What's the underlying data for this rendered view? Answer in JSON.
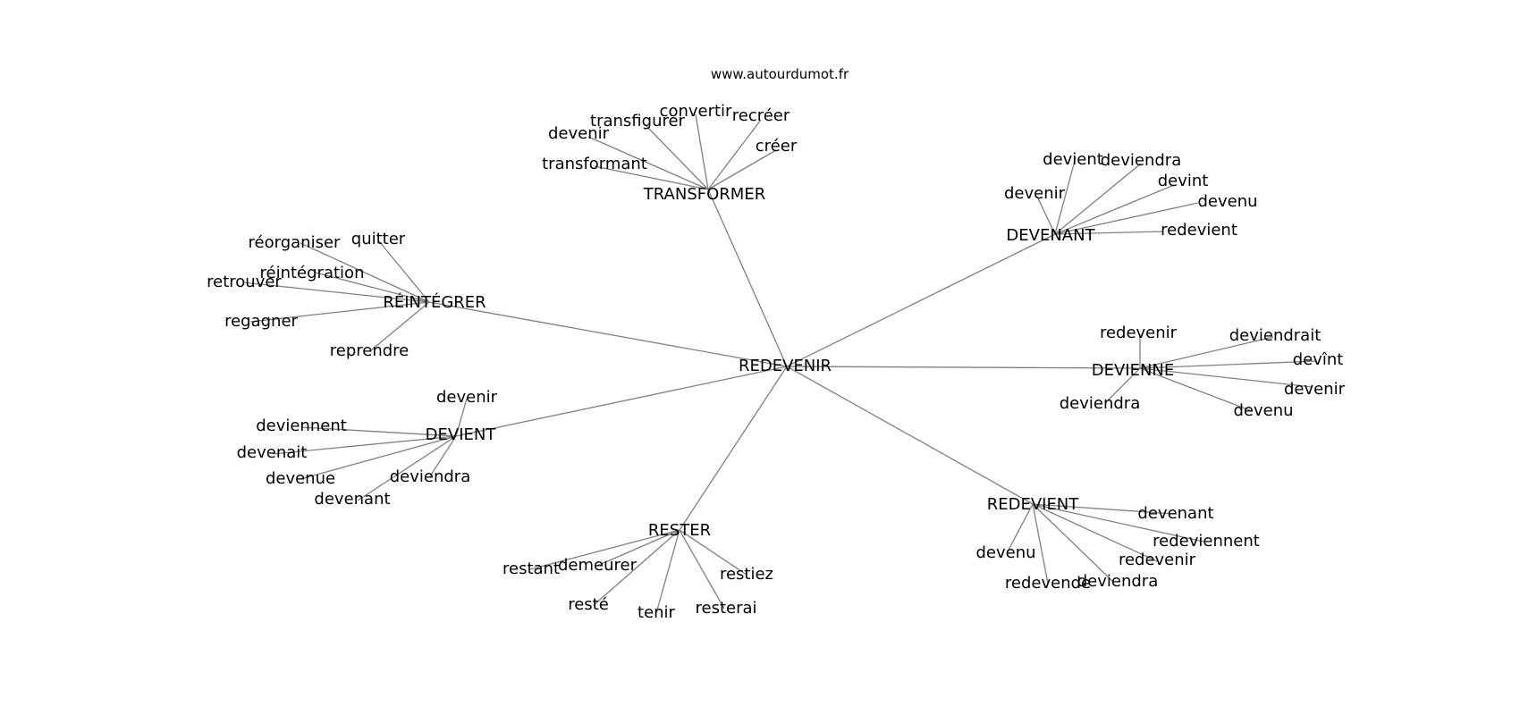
{
  "site": {
    "watermark": "www.autourdumot.fr"
  },
  "graph": {
    "center": "REDEVENIR",
    "hubs": [
      {
        "label": "TRANSFORMER",
        "leaves": [
          "transfigurer",
          "convertir",
          "recréer",
          "devenir",
          "créer",
          "transformant"
        ]
      },
      {
        "label": "DEVENANT",
        "leaves": [
          "devient",
          "deviendra",
          "devint",
          "devenir",
          "devenu",
          "redevient"
        ]
      },
      {
        "label": "RÉINTÉGRER",
        "leaves": [
          "réorganiser",
          "quitter",
          "réintégration",
          "retrouver",
          "regagner",
          "reprendre"
        ]
      },
      {
        "label": "DEVIENNE",
        "leaves": [
          "redevenir",
          "deviendrait",
          "devînt",
          "devenir",
          "deviendra",
          "devenu"
        ]
      },
      {
        "label": "DEVIENT",
        "leaves": [
          "devenir",
          "deviennent",
          "devenait",
          "devenue",
          "deviendra",
          "devenant"
        ]
      },
      {
        "label": "REDEVIENT",
        "leaves": [
          "devenant",
          "redeviennent",
          "redevenir",
          "devenu",
          "redevende",
          "deviendra"
        ]
      },
      {
        "label": "RESTER",
        "leaves": [
          "restant",
          "demeurer",
          "restiez",
          "resté",
          "tenir",
          "resterai"
        ]
      }
    ]
  }
}
